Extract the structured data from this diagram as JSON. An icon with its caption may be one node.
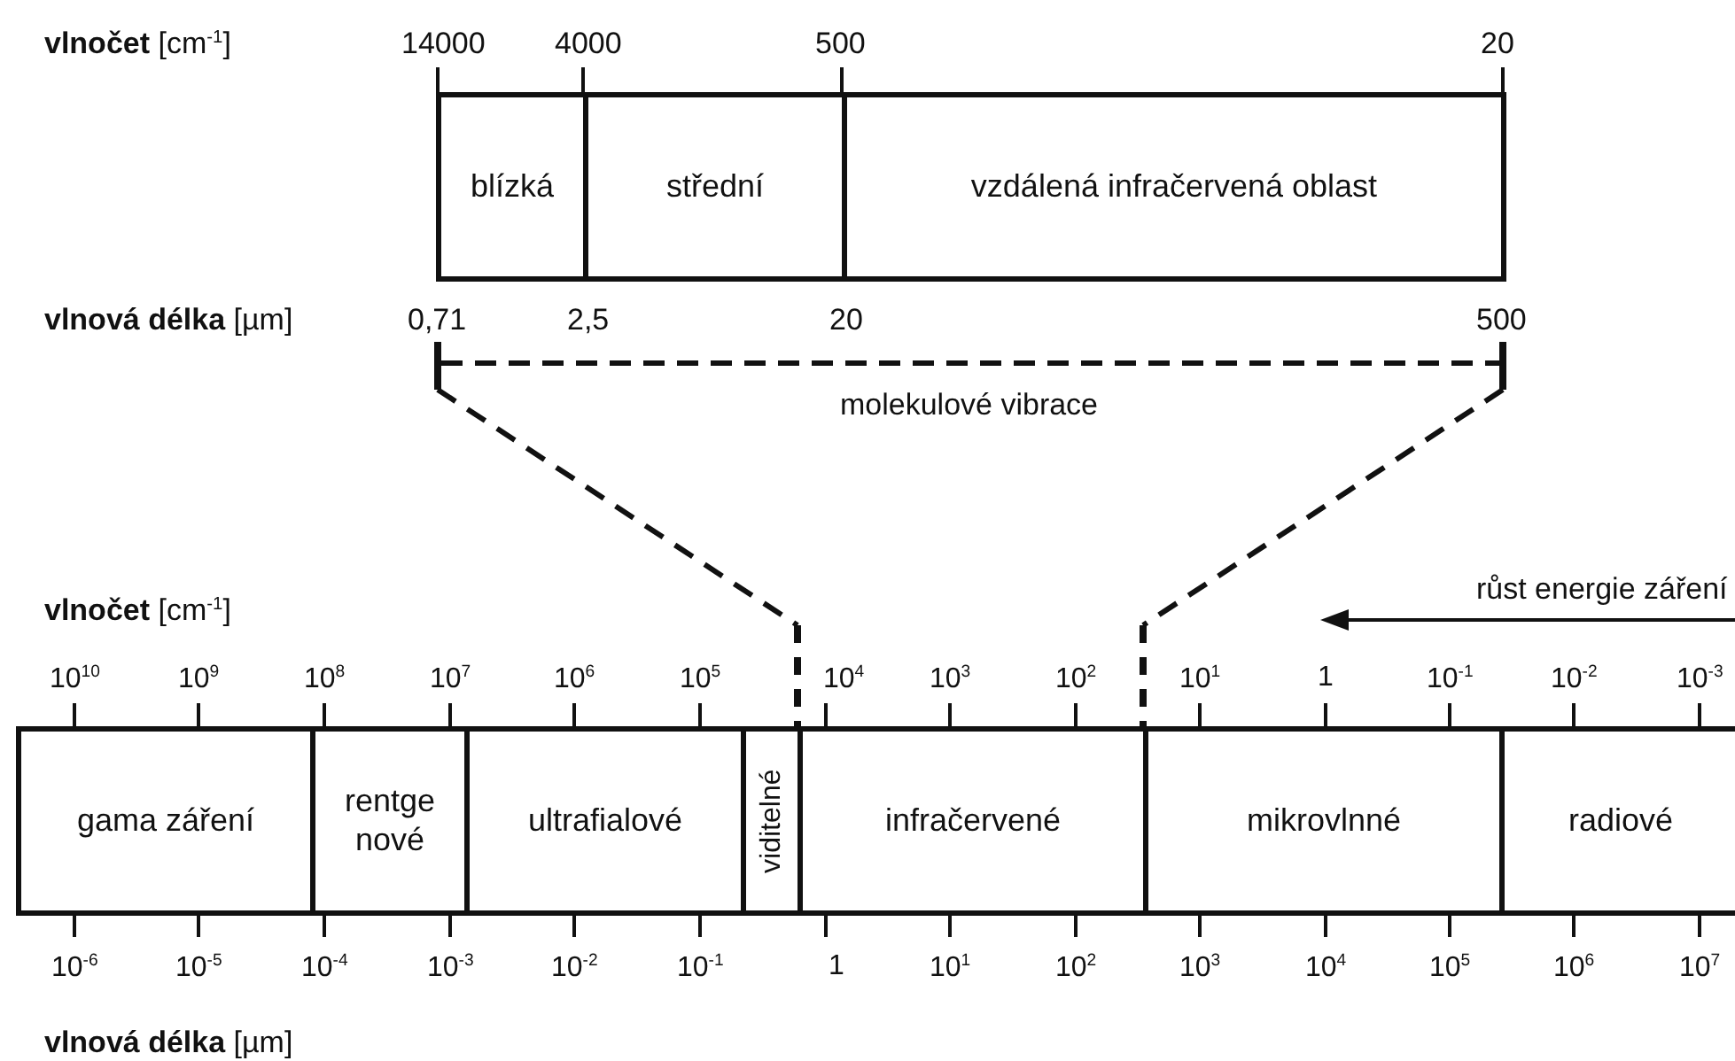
{
  "diagram": {
    "nodes": [
      {
        "text": [
          "blízká"
        ]
      },
      {
        "text": [
          "střední"
        ]
      },
      {
        "text": [
          "vzdálená infračervená oblast"
        ]
      },
      {
        "text": [
          "gama záření"
        ]
      },
      {
        "text": [
          "rentge nové"
        ]
      },
      {
        "text": [
          "ultrafialové"
        ]
      },
      {
        "text": [
          "viditelné"
        ]
      },
      {
        "text": [
          "infračervené"
        ]
      },
      {
        "text": [
          "mikrovlnné"
        ]
      },
      {
        "text": [
          "radiové"
        ]
      }
    ],
    "labels": [
      "**vlnočet** [cm$^{-1}$]",
      "14000",
      "4000",
      "500",
      "20",
      "**vlnová délka** [µm]",
      "0,71",
      "2,5",
      "20",
      "500",
      "molekulové vibrace",
      "**vlnočet** [cm$^{-1}$]",
      "růst energie záření",
      "10$^{10}$",
      "10$^{9}$",
      "10$^{8}$",
      "10$^{7}$",
      "10$^{6}$",
      "10$^{5}$",
      "10$^{4}$",
      "10$^{3}$",
      "10$^{2}$",
      "10$^{1}$",
      "1",
      "10$^{-1}$",
      "10$^{-2}$",
      "10$^{-3}$",
      "10$^{-6}$",
      "10$^{-5}$",
      "10$^{-4}$",
      "10$^{-3}$",
      "10$^{-2}$",
      "10$^{-1}$",
      "1",
      "10$^{1}$",
      "10$^{2}$",
      "10$^{3}$",
      "10$^{4}$",
      "10$^{5}$",
      "10$^{6}$",
      "10$^{7}$",
      "**vlnová délka** [µm]"
    ]
  }
}
